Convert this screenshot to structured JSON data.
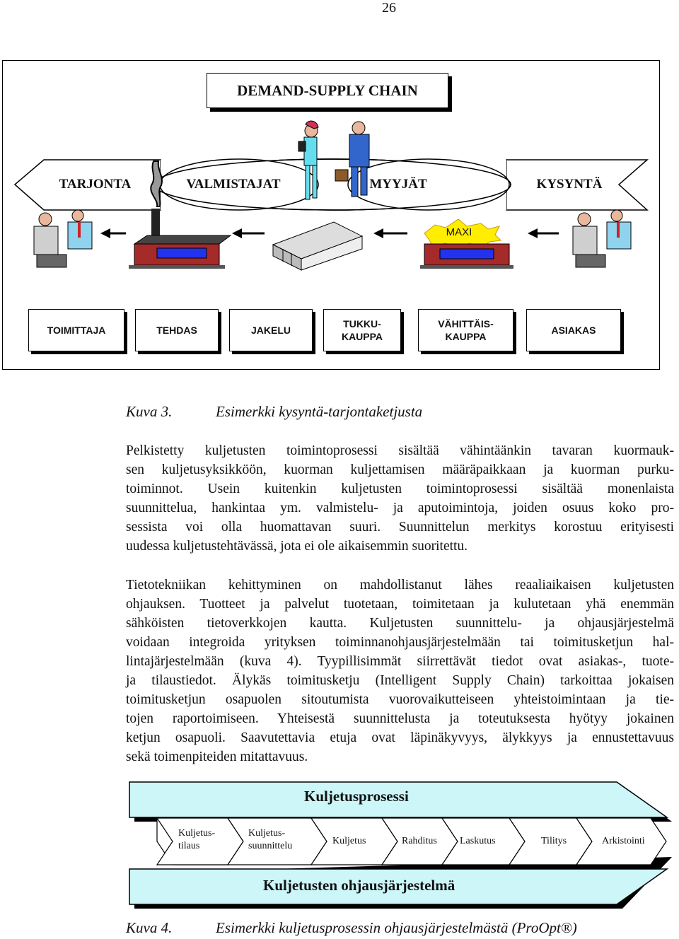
{
  "page_number": "26",
  "figure3": {
    "title": "DEMAND-SUPPLY CHAIN",
    "supply_labels": [
      "TARJONTA",
      "VALMISTAJAT",
      "MYYJÄT",
      "KYSYNTÄ"
    ],
    "maxi_label": "MAXI",
    "chain": [
      {
        "line1": "TOIMITTAJA",
        "line2": ""
      },
      {
        "line1": "TEHDAS",
        "line2": ""
      },
      {
        "line1": "JAKELU",
        "line2": ""
      },
      {
        "line1": "TUKKU-",
        "line2": "KAUPPA"
      },
      {
        "line1": "VÄHITTÄIS-",
        "line2": "KAUPPA"
      },
      {
        "line1": "ASIAKAS",
        "line2": ""
      }
    ],
    "caption_num": "Kuva 3.",
    "caption_text": "Esimerkki kysyntä-tarjontaketjusta"
  },
  "paragraph1": [
    "Pelkistetty kuljetusten toimintoprosessi sisältää vähintäänkin tavaran kuormauk-",
    "sen kuljetusyksikköön, kuorman kuljettamisen määräpaikkaan ja kuorman purku-",
    "toiminnot. Usein kuitenkin kuljetusten toimintoprosessi sisältää monenlaista",
    "suunnittelua, hankintaa ym. valmistelu- ja aputoimintoja, joiden osuus koko pro-",
    "sessista voi olla huomattavan suuri. Suunnittelun merkitys korostuu erityisesti",
    "uudessa kuljetustehtävässä, jota ei ole aikaisemmin suoritettu."
  ],
  "paragraph2": [
    "Tietotekniikan kehittyminen on mahdollistanut lähes reaaliaikaisen kuljetusten",
    "ohjauksen. Tuotteet ja palvelut tuotetaan, toimitetaan ja kulutetaan yhä enemmän",
    "sähköisten tietoverkkojen kautta. Kuljetusten suunnittelu- ja ohjausjärjestelmä",
    "voidaan integroida yrityksen toiminnanohjausjärjestelmään tai toimitusketjun hal-",
    "lintajärjestelmään (kuva 4). Tyypillisimmät siirrettävät tiedot ovat asiakas-, tuote-",
    "ja tilaustiedot. Älykäs toimitusketju (Intelligent Supply Chain) tarkoittaa jokaisen",
    "toimitusketjun osapuolen sitoutumista vuorovaikutteiseen yhteistoimintaan ja tie-",
    "tojen raportoimiseen. Yhteisestä suunnittelusta ja toteutuksesta hyötyy jokainen",
    "ketjun osapuoli. Saavutettavia etuja ovat läpinäkyvyys, älykkyys ja ennustettavuus",
    "sekä toimenpiteiden mitattavuus."
  ],
  "figure4": {
    "top_banner": "Kuljetusprosessi",
    "steps": [
      {
        "line1": "Kuljetus-",
        "line2": "tilaus"
      },
      {
        "line1": "Kuljetus-",
        "line2": "suunnittelu"
      },
      {
        "line1": "Kuljetus",
        "line2": ""
      },
      {
        "line1": "Rahditus",
        "line2": ""
      },
      {
        "line1": "Laskutus",
        "line2": ""
      },
      {
        "line1": "Tilitys",
        "line2": ""
      },
      {
        "line1": "Arkistointi",
        "line2": ""
      }
    ],
    "bottom_banner": "Kuljetusten ohjausjärjestelmä",
    "caption_num": "Kuva 4.",
    "caption_text": "Esimerkki kuljetusprosessin ohjausjärjestelmästä (ProOpt®)"
  },
  "colors": {
    "banner_cyan": "#ccf6f8",
    "building_red": "#a52a2a",
    "window_blue": "#2233ee",
    "maxi_yellow": "#ffee00",
    "suit_blue": "#3366cc",
    "woman_cyan": "#66ddee"
  }
}
